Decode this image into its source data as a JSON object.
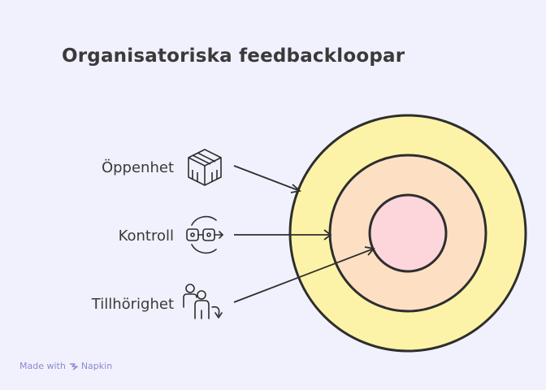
{
  "title": "Organisatoriska feedbackloopar",
  "items": [
    {
      "label": "Öppenhet",
      "icon": "cube-icon",
      "ring": "outer"
    },
    {
      "label": "Kontroll",
      "icon": "control-loop-icon",
      "ring": "middle"
    },
    {
      "label": "Tillhörighet",
      "icon": "people-group-icon",
      "ring": "inner"
    }
  ],
  "rings": [
    {
      "name": "outer",
      "color": "#fdf3a8"
    },
    {
      "name": "middle",
      "color": "#fde0c4"
    },
    {
      "name": "inner",
      "color": "#fdd6dc"
    }
  ],
  "footer": {
    "made_with": "Made with",
    "brand": "Napkin"
  }
}
